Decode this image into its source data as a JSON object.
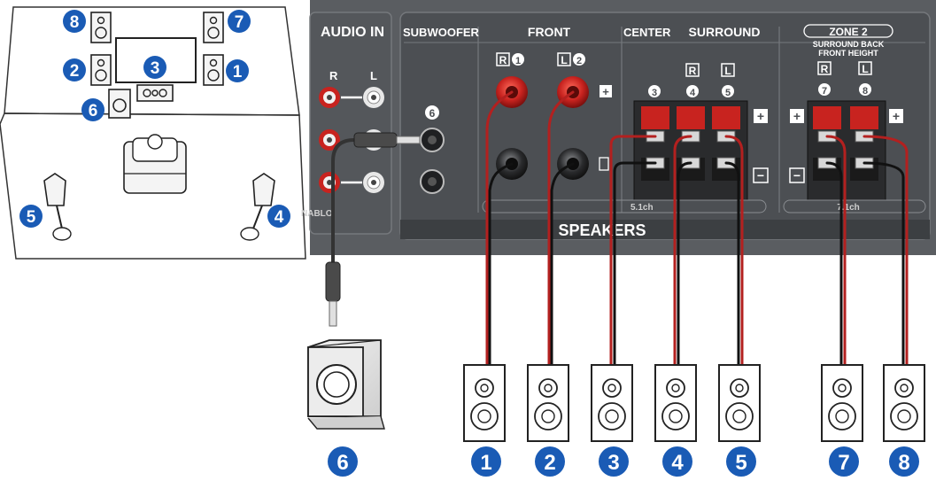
{
  "panel": {
    "audio_in": "AUDIO IN",
    "audio_in_r": "R",
    "audio_in_l": "L",
    "audio_in_partial": "NABLO",
    "subwoofer": "SUBWOOFER",
    "subwoofer_num": "6",
    "front": "FRONT",
    "front_r": "R",
    "front_r_num": "1",
    "front_l": "L",
    "front_l_num": "2",
    "center": "CENTER",
    "center_num": "3",
    "surround": "SURROUND",
    "surround_r": "R",
    "surround_r_num": "4",
    "surround_l": "L",
    "surround_l_num": "5",
    "zone2": "ZONE 2",
    "zone2_sub1": "SURROUND BACK",
    "zone2_sub2": "FRONT HEIGHT",
    "zone2_r": "R",
    "zone2_r_num": "7",
    "zone2_l": "L",
    "zone2_l_num": "8",
    "label_51": "5.1ch",
    "label_71": "7.1ch",
    "speakers": "SPEAKERS",
    "plus": "+",
    "minus": "−"
  },
  "room": {
    "markers": [
      "8",
      "7",
      "2",
      "3",
      "1",
      "6",
      "5",
      "4"
    ]
  },
  "bottom": {
    "subwoofer_num": "6",
    "speaker_nums": [
      "1",
      "2",
      "3",
      "4",
      "5",
      "7",
      "8"
    ]
  },
  "colors": {
    "badge": "#1a5bb5",
    "panel_bg": "#5a5d61",
    "panel_dark": "#3c3f42",
    "wire_red": "#b3201f",
    "terminal_red": "#c8231f"
  }
}
